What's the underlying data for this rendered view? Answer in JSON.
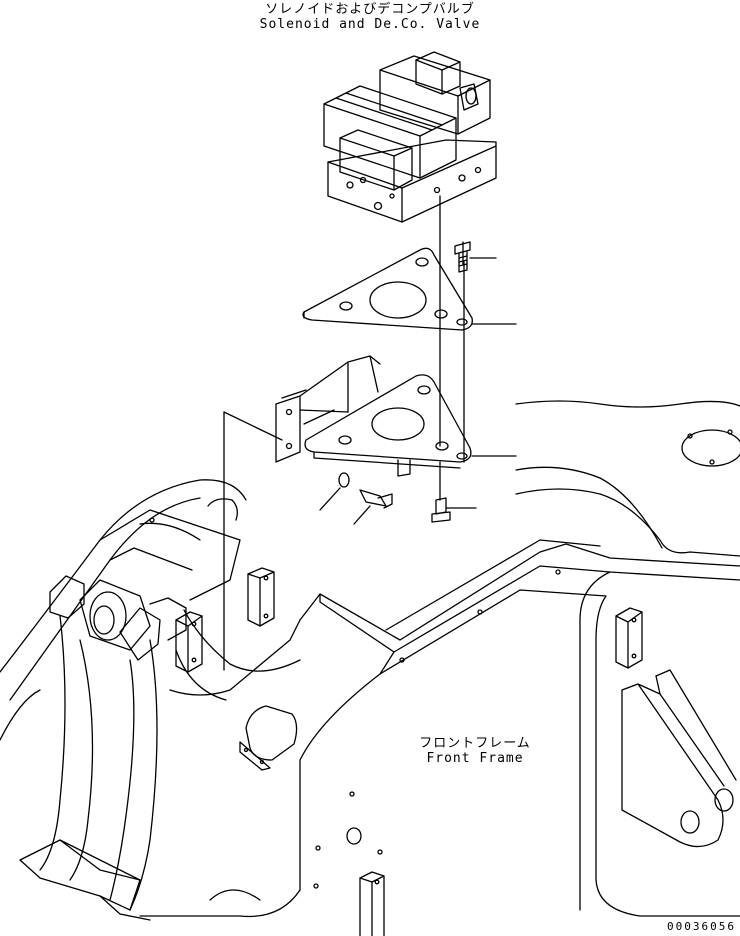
{
  "labels": {
    "valve_jp": "ソレノイドおよびデコンプバルブ",
    "valve_en": "Solenoid and De.Co. Valve",
    "frame_jp": "フロントフレーム",
    "frame_en": "Front Frame",
    "drawing_code": "00036056"
  },
  "colors": {
    "line": "#000000",
    "background": "#ffffff"
  }
}
